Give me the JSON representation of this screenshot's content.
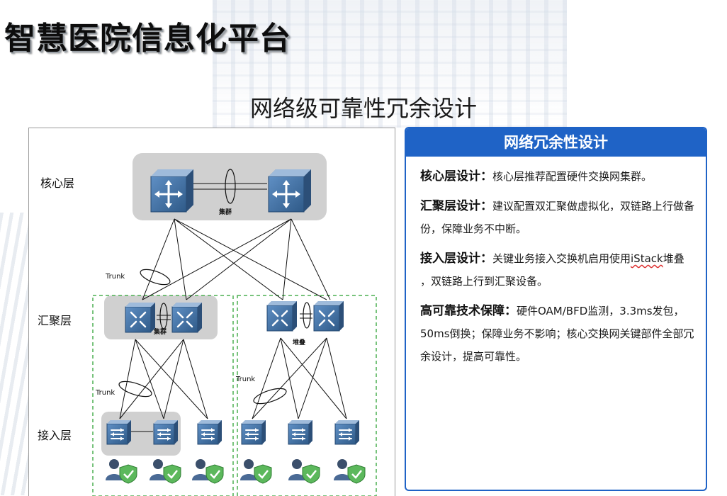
{
  "page": {
    "title": "智慧医院信息化平台",
    "subtitle": "网络级可靠性冗余设计"
  },
  "diagram": {
    "layers": {
      "core": "核心层",
      "aggregation": "汇聚层",
      "access": "接入层"
    },
    "labels": {
      "trunk": "Trunk",
      "cluster": "集群",
      "stack": "堆叠"
    }
  },
  "info_panel": {
    "header": "网络冗余性设计",
    "items": [
      {
        "term": "核心层设计：",
        "text": "核心层推荐配置硬件交换网集群。"
      },
      {
        "term": "汇聚层设计：",
        "text": "建议配置双汇聚做虚拟化，双链路上行做备份，保障业务不中断。"
      },
      {
        "term": "接入层设计：",
        "text_before": "关键业务接入交换机启用使用",
        "underlined": "iStack",
        "text_after": "堆叠 ，双链路上行到汇聚设备。"
      },
      {
        "term": "高可靠技术保障：",
        "text": "硬件OAM/BFD监测，3.3ms发包，50ms倒换；保障业务不影响；核心交换网关键部件全部冗余设计，提高可靠性。"
      }
    ]
  },
  "colors": {
    "accent_blue": "#1f63c6",
    "device_blue": "#3f6d9d",
    "group_gray": "#d0d0d0",
    "dashed_green": "#4caf50"
  }
}
